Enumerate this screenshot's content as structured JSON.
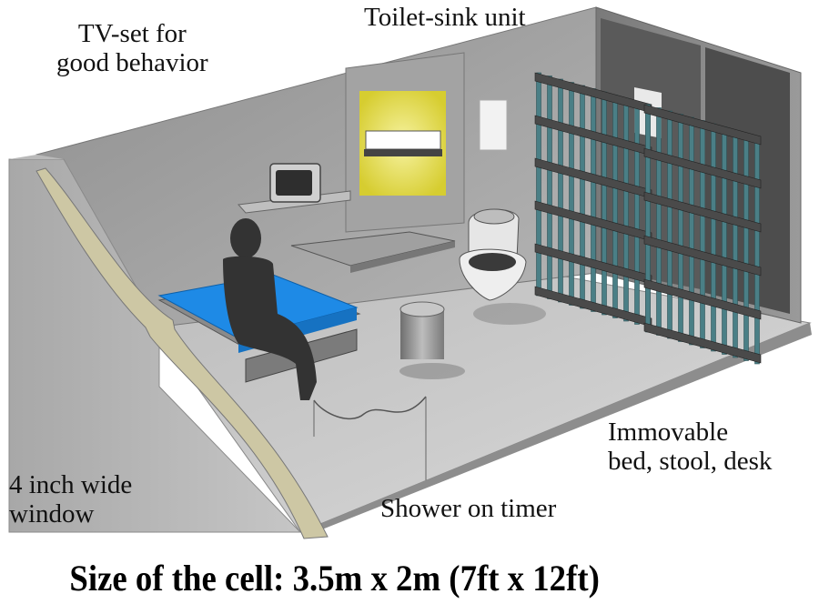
{
  "labels": {
    "tv": "TV-set for\ngood behavior",
    "toilet": "Toilet-sink unit",
    "window": "4 inch wide\nwindow",
    "shower": "Shower on timer",
    "immovable": "Immovable\nbed, stool, desk"
  },
  "caption": "Size of the cell: 3.5m x 2m (7ft x 12ft)",
  "colors": {
    "bed": "#1e8ae6",
    "bars": "#4a7f86",
    "light": "#f3ec55",
    "walls": "#9c9c9c",
    "floor": "#cfcfcf",
    "window_sill": "#cfc9a8"
  }
}
